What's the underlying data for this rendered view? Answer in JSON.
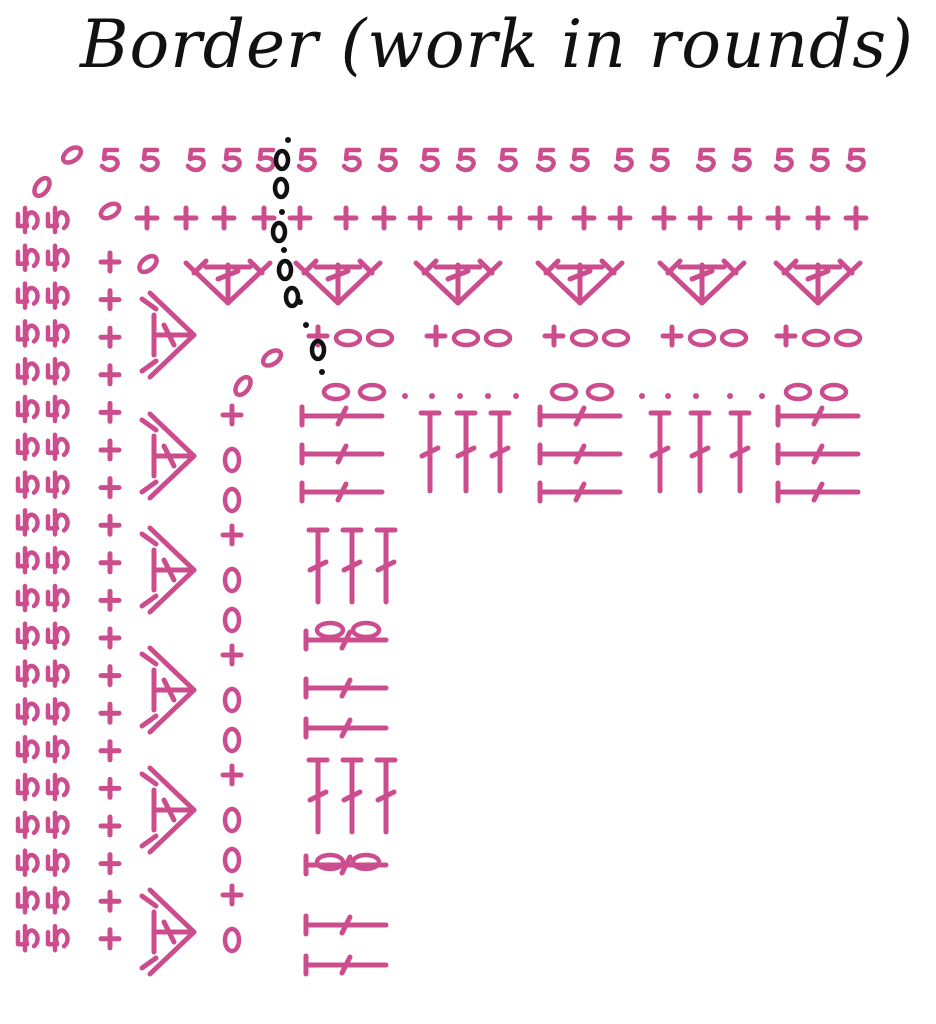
{
  "title": "Border (work in rounds)",
  "colors": {
    "stitches": "#cc4d8e",
    "join": "#111111",
    "background": "#ffffff"
  },
  "symbols": {
    "chain": "oval",
    "single_crochet": "plus",
    "slip_stitch": "dot",
    "double_crochet": "T-with-slash",
    "reverse_single_crochet": "5-shaped mark",
    "v_cluster": "fan of crossed stitches"
  }
}
